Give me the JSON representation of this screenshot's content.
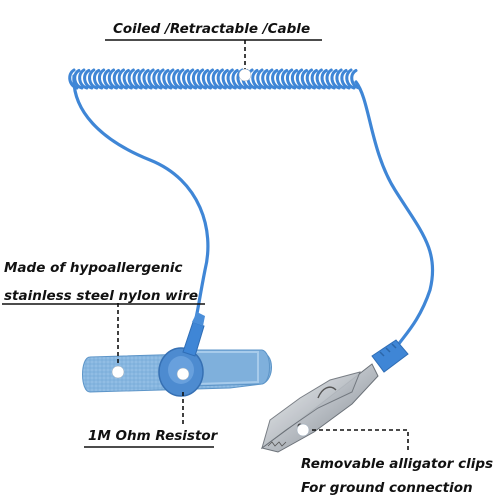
{
  "callouts": {
    "cable": "Coiled /Retractable /Cable",
    "wire_line1": "Made of hypoallergenic",
    "wire_line2": "stainless steel nylon wire",
    "resistor": "1M Ohm Resistor",
    "clip_line1": "Removable alligator clips",
    "clip_line2": "For ground connection"
  },
  "colors": {
    "cable": "#3d7fd0",
    "strap": "#7fb2df",
    "metal": "#c8ccd0"
  },
  "icons": [
    "coiled-cable",
    "wrist-strap",
    "alligator-clip"
  ]
}
